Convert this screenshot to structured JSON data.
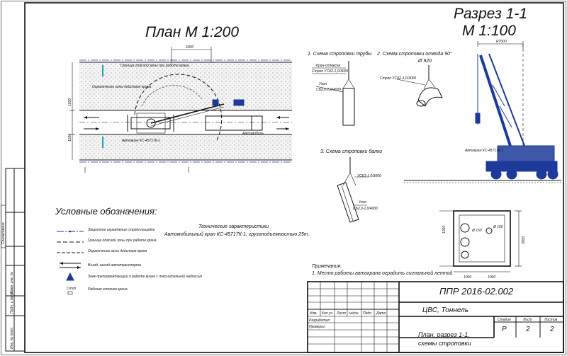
{
  "plan": {
    "title": "План М 1:200",
    "dim_top": "6000",
    "label_boundary": "Граница опасной зоны при работе крана",
    "label_limits": "Ограничение зоны действия крана",
    "label_crane": "Автокран КС-45717К-1",
    "label_truck": "Автомобиль",
    "dim_left_1": "1500",
    "dim_left_2": "1500"
  },
  "section": {
    "title_line1": "Разрез 1-1",
    "title_line2": "М 1:100",
    "dim_top": "R7000",
    "label_crane": "Автокран КС-45717К-1",
    "dims": [
      "1000",
      "3000",
      "1000",
      "1000",
      "Ø 150",
      "Ø 150"
    ]
  },
  "schemes": {
    "s1_title": "1. Схема строповки трубы",
    "s2_title": "2. Схема строповки отвода 90°",
    "s2_angle": "Ø 920",
    "s1_labels": [
      "Кран-подвеска",
      "Строп УСК2-1,0/3000",
      "Угол",
      "СБ2,0-1,0/4000"
    ],
    "s2_label": "Строп УСК2-1,0/3000",
    "s3_title": "3. Схема строповки балки",
    "s3_labels": [
      "УСК1-1,0/3000",
      "Угол",
      "СБ2,0-1,0/4000"
    ]
  },
  "legend": {
    "title": "Условные обозначения:",
    "items": [
      "Защитное ограждение стройплощадки",
      "Граница опасной зоны при работе крана",
      "Ограничение зоны действия крана",
      "Въезд, выезд автотранспорта",
      "Знак предупреждающий о работе крана с пояснительной надписью",
      "Рабочая стоянка крана"
    ],
    "stop_label": "Стоп"
  },
  "specs": {
    "title": "Технические характеристики",
    "line": "Автомобильный кран КС-45717К-1, грузоподъемностью 25т."
  },
  "notes": {
    "title": "Примечания:",
    "line1": "1. Место работы автокрана оградить сигнальной лентой"
  },
  "side_stamp": [
    "Согласовано",
    "Взам. инв. №",
    "Подп. и дата",
    "Инв. № подл."
  ],
  "title_block": {
    "code": "ППР 2016-02.002",
    "object": "ЦВС, Тоннель",
    "sheet_name_1": "План, разрез 1-1,",
    "sheet_name_2": "схемы строповки",
    "col_headers": [
      "Изм.",
      "Кол.уч",
      "Лист",
      "№док.",
      "Подп.",
      "Дата"
    ],
    "roles": [
      "Разработал",
      "Проверил"
    ],
    "stage_h": "Стадия",
    "sheet_h": "Лист",
    "sheets_h": "Листов",
    "stage_v": "Р",
    "sheet_v": "2",
    "sheets_v": "2"
  }
}
